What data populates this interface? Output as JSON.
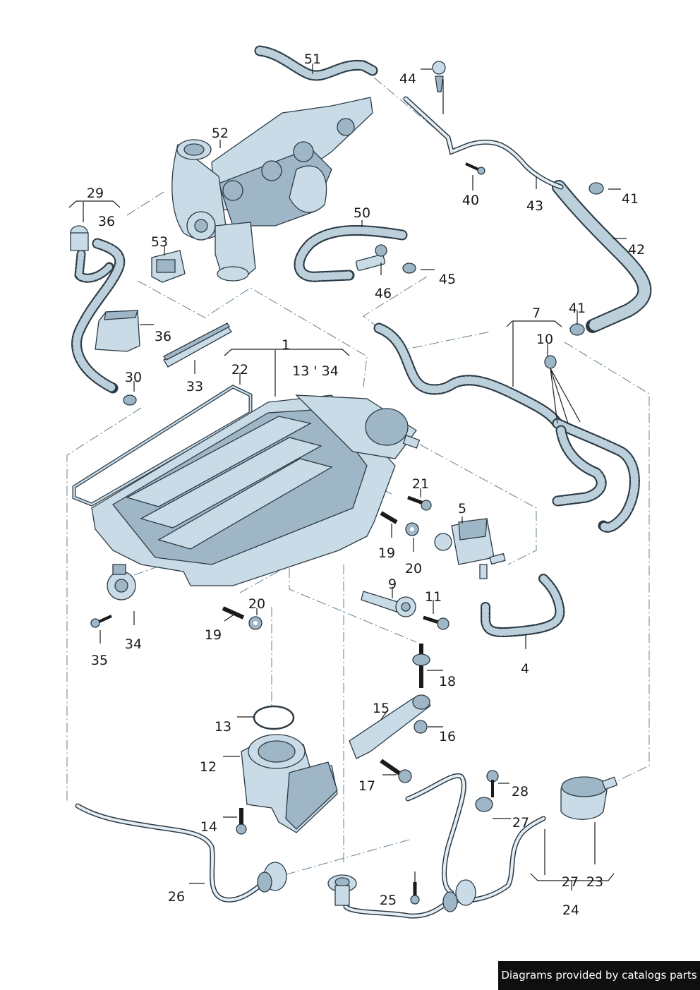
{
  "diagram": {
    "labels": {
      "p1": "1",
      "p4": "4",
      "p5": "5",
      "p7": "7",
      "p9": "9",
      "p10": "10",
      "p11": "11",
      "p12": "12",
      "p13a": "13 ' 34",
      "p13b": "13",
      "p14": "14",
      "p15": "15",
      "p16": "16",
      "p17": "17",
      "p18": "18",
      "p19a": "19",
      "p19b": "19",
      "p20a": "20",
      "p20b": "20",
      "p21": "21",
      "p22": "22",
      "p23": "23",
      "p24": "24",
      "p25": "25",
      "p26": "26",
      "p27a": "27",
      "p27b": "27",
      "p28": "28",
      "p29": "29",
      "p30": "30",
      "p33": "33",
      "p34": "34",
      "p35": "35",
      "p36a": "36",
      "p36b": "36",
      "p40": "40",
      "p41a": "41",
      "p41b": "41",
      "p42": "42",
      "p43": "43",
      "p44": "44",
      "p45": "45",
      "p46": "46",
      "p50": "50",
      "p51": "51",
      "p52": "52",
      "p53": "53"
    }
  },
  "footer": {
    "credit": "Diagrams provided by catalogs parts"
  },
  "colors": {
    "part_fill": "#c9dbe6",
    "outline": "#2b3a45",
    "dash_line": "#6f8a9c",
    "footer_bg": "#0f0f0f"
  }
}
